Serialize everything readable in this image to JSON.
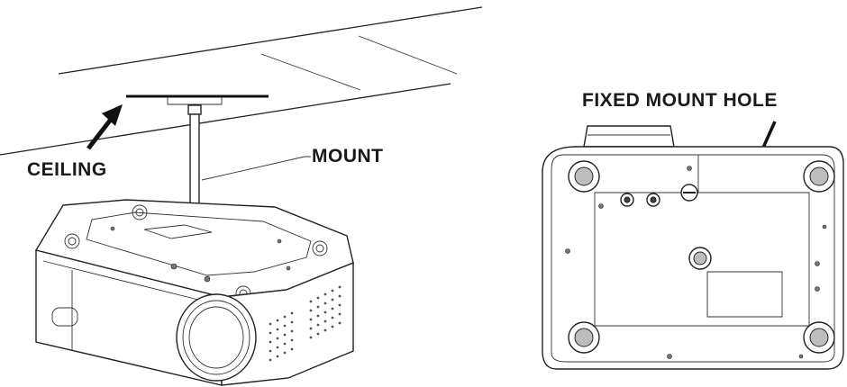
{
  "labels": {
    "ceiling": "CEILING",
    "mount": "MOUNT",
    "fixed_mount_hole": "FIXED MOUNT HOLE"
  },
  "colors": {
    "line": "#222222",
    "background": "#ffffff"
  }
}
